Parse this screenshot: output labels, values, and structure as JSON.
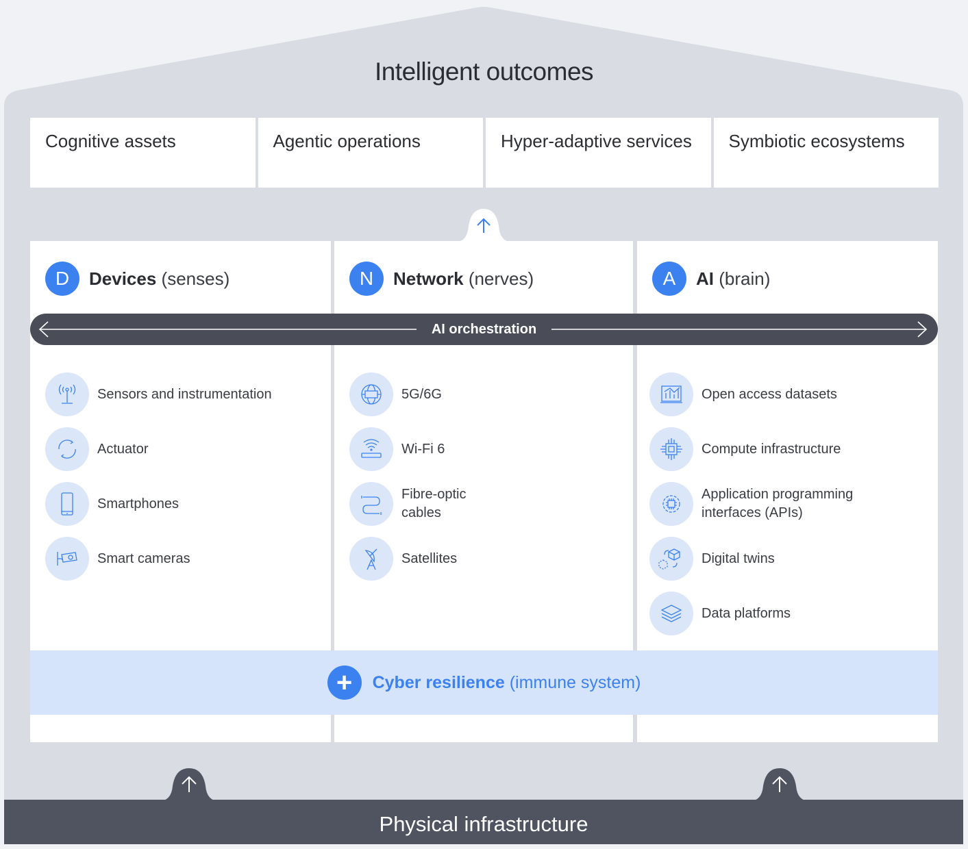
{
  "title": "Intelligent outcomes",
  "outcomes": [
    "Cognitive assets",
    "Agentic operations",
    "Hyper-adaptive services",
    "Symbiotic ecosystems"
  ],
  "columns": [
    {
      "badge": "D",
      "name": "Devices",
      "sub": "(senses)",
      "items": [
        {
          "label": "Sensors and instrumentation",
          "icon": "sensor-icon"
        },
        {
          "label": "Actuator",
          "icon": "actuator-icon"
        },
        {
          "label": "Smartphones",
          "icon": "smartphone-icon"
        },
        {
          "label": "Smart cameras",
          "icon": "camera-icon"
        }
      ]
    },
    {
      "badge": "N",
      "name": "Network",
      "sub": "(nerves)",
      "items": [
        {
          "label": "5G/6G",
          "icon": "5g-globe-icon"
        },
        {
          "label": "Wi-Fi 6",
          "icon": "wifi-router-icon"
        },
        {
          "label": "Fibre-optic cables",
          "icon": "cable-icon"
        },
        {
          "label": "Satellites",
          "icon": "satellite-dish-icon"
        }
      ]
    },
    {
      "badge": "A",
      "name": "AI",
      "sub": "(brain)",
      "items": [
        {
          "label": "Open access datasets",
          "icon": "dataset-chart-icon"
        },
        {
          "label": "Compute infrastructure",
          "icon": "chip-icon"
        },
        {
          "label": "Application programming interfaces (APIs)",
          "icon": "api-gear-icon"
        },
        {
          "label": "Digital twins",
          "icon": "digital-twin-cube-icon"
        },
        {
          "label": "Data platforms",
          "icon": "layers-icon"
        }
      ]
    }
  ],
  "orchestration": "AI orchestration",
  "cyber": {
    "name": "Cyber resilience",
    "sub": "(immune system)"
  },
  "foundation": "Physical infrastructure",
  "colors": {
    "accent": "#3b82f0",
    "dark": "#4a4d58",
    "roof": "#d9dce2",
    "light_blue": "#d6e4fb"
  }
}
